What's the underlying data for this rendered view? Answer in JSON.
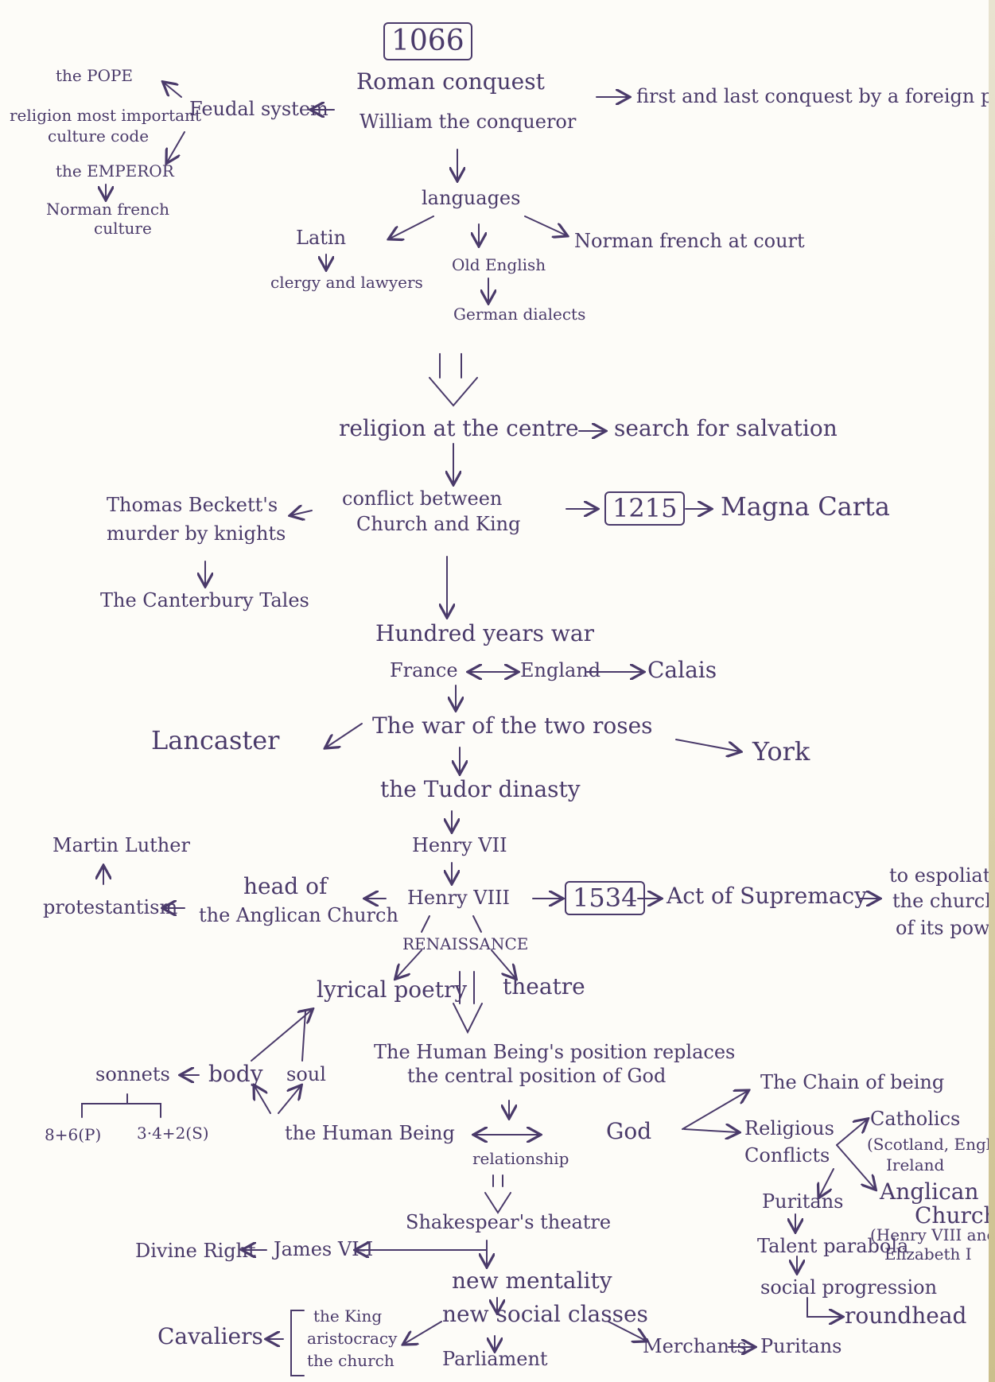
{
  "nodes": {
    "year_1066": "1066",
    "roman_conquest": "Roman conquest",
    "william": "William the conqueror",
    "first_last": "first and last conquest by a foreign power",
    "feudal": "Feudal system",
    "pope": "the POPE",
    "religion_important": "religion most important",
    "culture_code": "culture code",
    "emperor": "the EMPEROR",
    "norman_french": "Norman french",
    "culture": "culture",
    "languages": "languages",
    "latin": "Latin",
    "clergy": "clergy and lawyers",
    "old_english": "Old English",
    "german_dialects": "German dialects",
    "norman_court": "Norman french at court",
    "religion_centre": "religion at the centre",
    "salvation": "search for salvation",
    "conflict_1": "conflict between",
    "conflict_2": "Church and King",
    "year_1215": "1215",
    "magna_carta": "Magna Carta",
    "beckett_1": "Thomas Beckett's",
    "beckett_2": "murder by knights",
    "canterbury": "The Canterbury Tales",
    "hundred_years": "Hundred years war",
    "france": "France",
    "england": "England",
    "calais": "Calais",
    "two_roses": "The war of the two roses",
    "lancaster": "Lancaster",
    "york": "York",
    "tudor": "the Tudor dinasty",
    "henry7": "Henry VII",
    "henry8": "Henry VIII",
    "martin_luther": "Martin Luther",
    "protestantism": "protestantism",
    "head_of_1": "head of",
    "head_of_2": "the Anglican Church",
    "year_1534": "1534",
    "act": "Act of Supremacy",
    "espoliate_1": "to espoliate",
    "espoliate_2": "the church",
    "espoliate_3": "of its power",
    "renaissance": "RENAISSANCE",
    "lyrical": "lyrical poetry",
    "theatre": "theatre",
    "human_pos_1": "The Human Being's position replaces",
    "human_pos_2": "the central position of God",
    "sonnets": "sonnets",
    "body": "body",
    "soul": "soul",
    "sonnet_p": "8+6(P)",
    "sonnet_s": "3·4+2(S)",
    "human_being": "the Human Being",
    "relationship": "relationship",
    "god": "God",
    "chain": "The Chain of being",
    "religious_1": "Religious",
    "religious_2": "Conflicts",
    "catholics": "Catholics",
    "catholics_where_1": "(Scotland, England,",
    "catholics_where_2": "Ireland",
    "anglican_1": "Anglican",
    "anglican_2": "Church",
    "anglican_who_1": "(Henry VIII and",
    "anglican_who_2": "Elizabeth I",
    "puritans": "Puritans",
    "talent": "Talent parabola",
    "social_prog": "social progression",
    "roundhead": "roundhead",
    "shakespeare": "Shakespear's theatre",
    "james": "James VI-I",
    "divine": "Divine Right",
    "new_mentality": "new mentality",
    "new_classes": "new social classes",
    "parliament": "Parliament",
    "the_king": "the King",
    "aristocracy": "aristocracy",
    "the_church": "the church",
    "cavaliers": "Cavaliers",
    "merchants": "Merchants",
    "puritans_2": "Puritans"
  },
  "colors": {
    "ink": "#4a3a6a",
    "paper": "#fdfcf8"
  }
}
